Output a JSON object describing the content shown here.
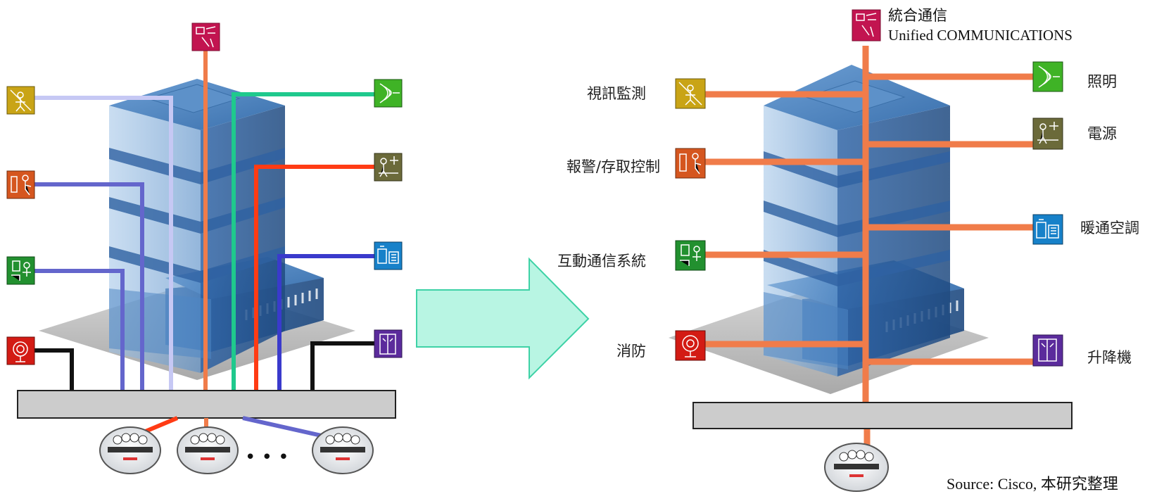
{
  "colors": {
    "orange": "#f07c4a",
    "red": "#ff3b14",
    "green": "#1fc98d",
    "lavender": "#c6c8f4",
    "slate_blue": "#6466cc",
    "blue": "#3a3acc",
    "black": "#111111",
    "arrow_fill": "#b8f5e3",
    "arrow_stroke": "#3ed2a6",
    "bar_fill": "#cccccc",
    "building": "#3d78b8"
  },
  "left_diagram": {
    "icons": [
      "unified-communications-icon",
      "video-surveillance-icon",
      "alarm-access-icon",
      "intercom-icon",
      "fire-icon",
      "lighting-icon",
      "power-icon",
      "hvac-icon",
      "elevator-icon"
    ],
    "meters": [
      "meter",
      "meter",
      "meter"
    ],
    "ellipsis": "• • •"
  },
  "right_diagram": {
    "unified_comm": {
      "zh": "統合通信",
      "en": "Unified COMMUNICATIONS"
    },
    "labels": {
      "video_surveillance": "視訊監測",
      "alarm_access": "報警/存取控制",
      "intercom": "互動通信系統",
      "fire": "消防",
      "lighting": "照明",
      "power": "電源",
      "hvac": "暖通空調",
      "elevator": "升降機"
    }
  },
  "source": "Source: Cisco, 本研究整理"
}
